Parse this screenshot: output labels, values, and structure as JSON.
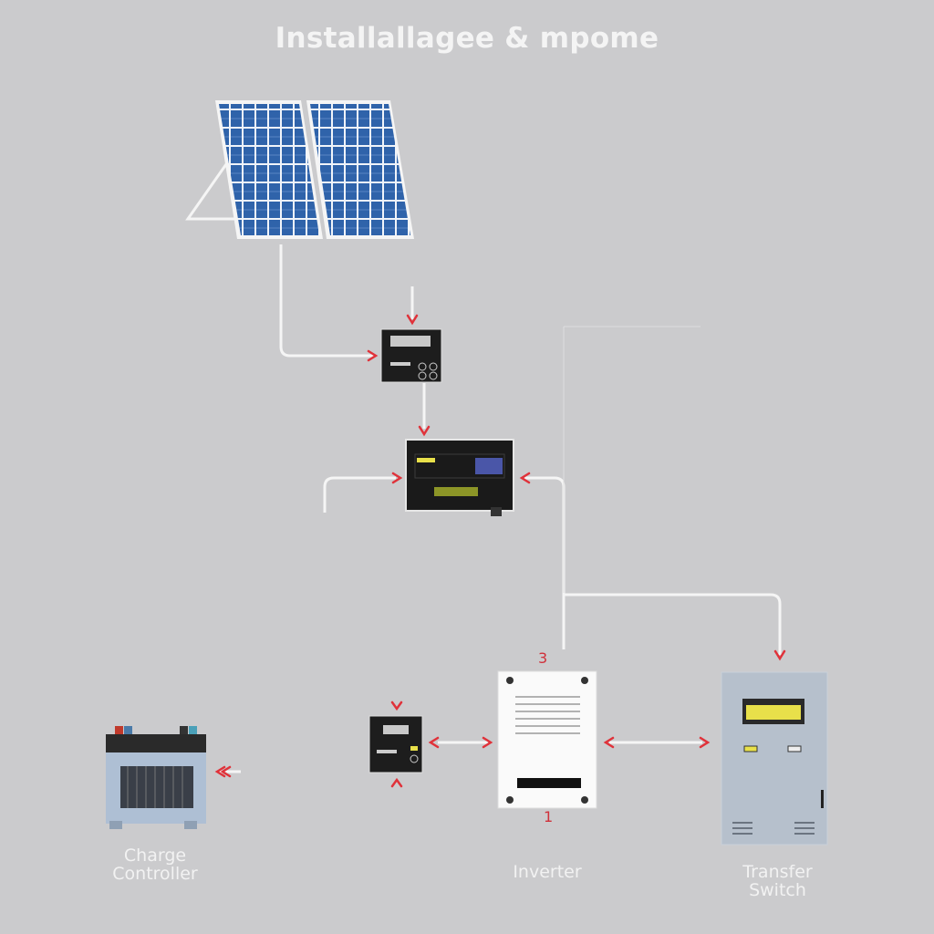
{
  "title": "Installallagee & mpome",
  "labels": {
    "charge_controller": "Charge Controller",
    "inverter": "Inverter",
    "transfer_switch": "Transfer Switch"
  },
  "markers": {
    "inverter_top": "3",
    "inverter_bottom": "1"
  },
  "colors": {
    "background": "#cbcbcd",
    "arrow": "#e0323a",
    "wire": "#f5f5f5",
    "panel": "#2e62a8",
    "lcd": "#e8e04a"
  }
}
